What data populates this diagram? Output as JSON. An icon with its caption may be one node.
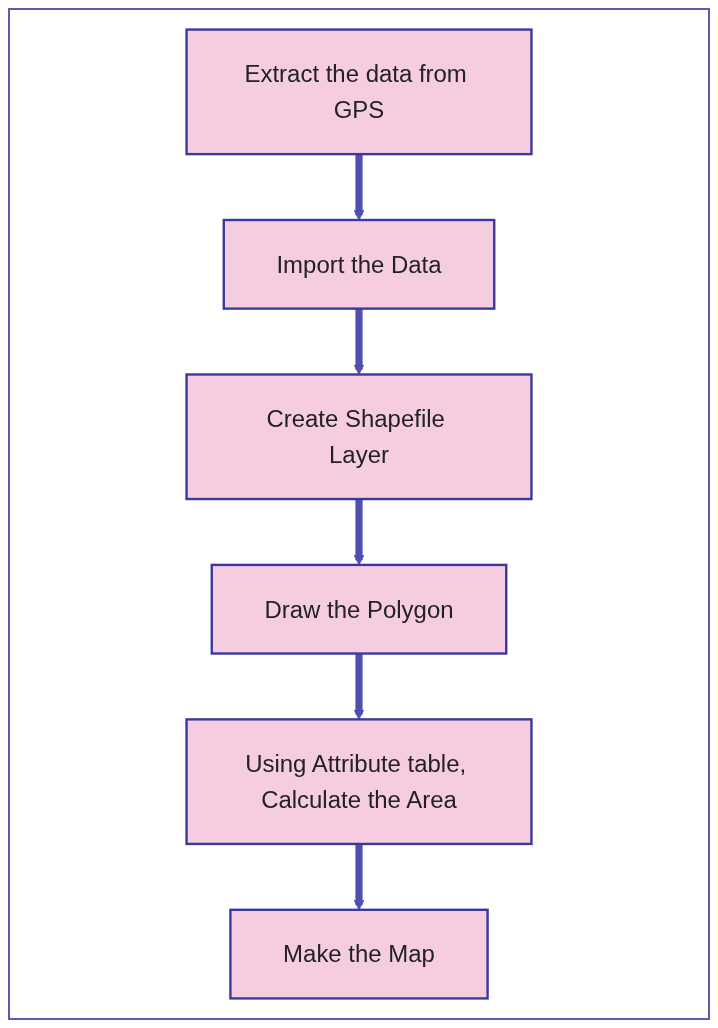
{
  "diagram": {
    "nodes": [
      {
        "text": [
          "Extract the data from GPS"
        ]
      },
      {
        "text": [
          "Import the Data"
        ]
      },
      {
        "text": [
          "Create Shapefile Layer"
        ]
      },
      {
        "text": [
          "Draw the Polygon"
        ]
      },
      {
        "text": [
          "Using Attribute table, Calculate the Area"
        ]
      },
      {
        "text": [
          "Make the Map"
        ]
      }
    ],
    "edges": [
      {
        "from": 0,
        "to": 1,
        "arrow": "to"
      },
      {
        "from": 1,
        "to": 2,
        "arrow": "to"
      },
      {
        "from": 2,
        "to": 3,
        "arrow": "to"
      },
      {
        "from": 3,
        "to": 4,
        "arrow": "to"
      },
      {
        "from": 4,
        "to": 5,
        "arrow": "to"
      }
    ]
  }
}
